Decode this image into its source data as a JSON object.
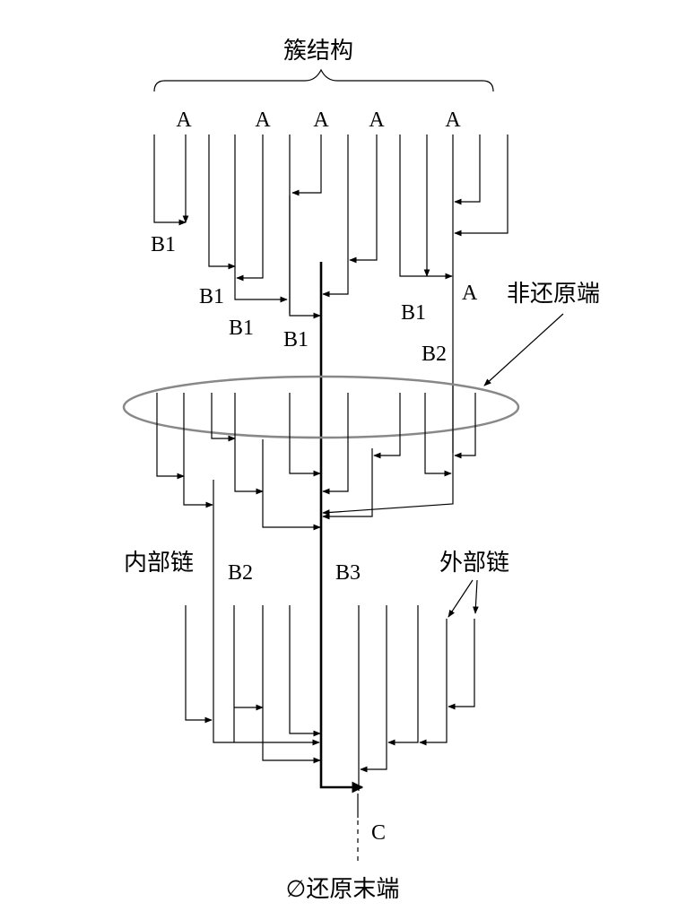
{
  "title": "簇结构",
  "labels": {
    "A": "A",
    "B1": "B1",
    "B2": "B2",
    "B3": "B3",
    "C": "C",
    "nonreducing_end": "非还原端",
    "inner_chain": "内部链",
    "outer_chain": "外部链",
    "reducing_end": "∅还原末端"
  }
}
